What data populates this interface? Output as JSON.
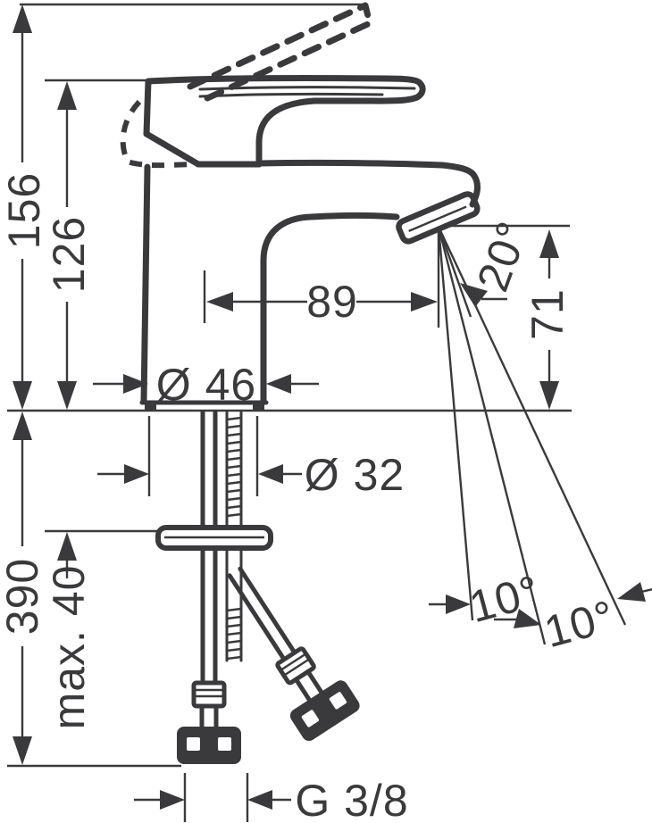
{
  "labels": {
    "height_raised": "156",
    "height_lever": "126",
    "spout_reach": "89",
    "body_diameter": "Ø 46",
    "outlet_height": "71",
    "outlet_angle": "20°",
    "hole_diameter": "Ø 32",
    "depth_below": "390",
    "max_thickness": "max. 40",
    "spray_angle_left": "10°",
    "spray_angle_right": "10°",
    "connection_thread": "G 3/8"
  },
  "colors": {
    "ink": "#3a3a3c",
    "background": "#ffffff"
  }
}
